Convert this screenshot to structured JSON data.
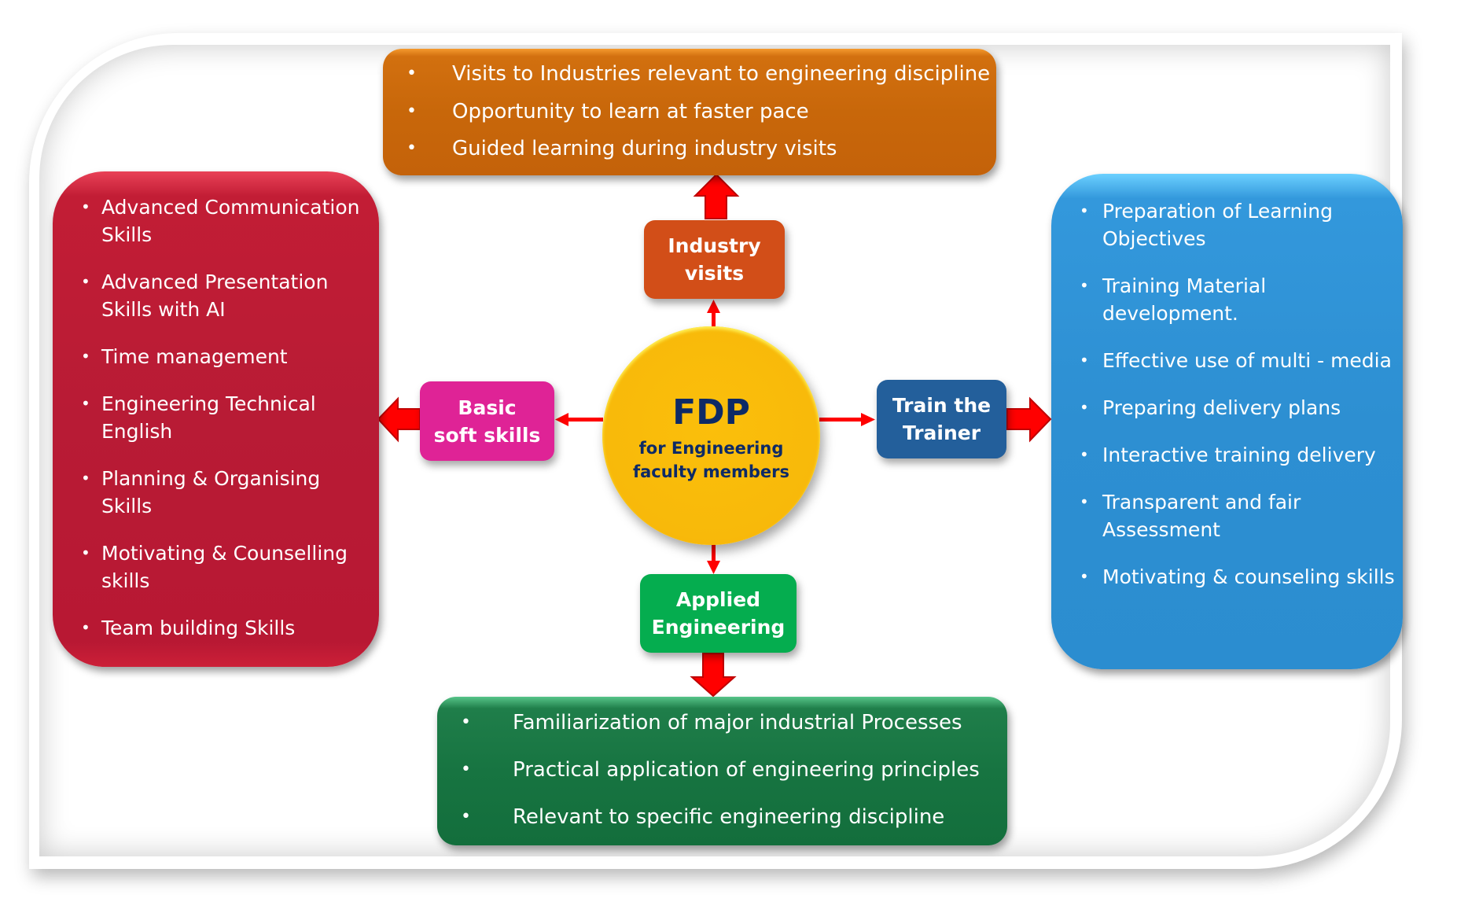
{
  "diagram": {
    "center": {
      "title": "FDP",
      "subtitle_line1": "for Engineering",
      "subtitle_line2": "faculty members",
      "fill_color": "#f8b90a",
      "text_color": "#0d2a66"
    },
    "branches": {
      "industry": {
        "label_line1": "Industry",
        "label_line2": "visits",
        "label_color": "#d24e18",
        "panel_color": "#c8670a",
        "direction": "up",
        "items": [
          "Visits to Industries relevant to engineering discipline",
          "Opportunity to learn at faster pace",
          "Guided learning during industry visits"
        ]
      },
      "soft_skills": {
        "label_line1": "Basic",
        "label_line2": "soft skills",
        "label_color": "#df2396",
        "panel_color": "#b81b35",
        "direction": "left",
        "items": [
          "Advanced Communication Skills",
          "Advanced Presentation Skills with AI",
          "Time management",
          "Engineering Technical English",
          "Planning  & Organising Skills",
          "Motivating & Counselling skills",
          "Team building Skills"
        ]
      },
      "trainer": {
        "label_line1": "Train the",
        "label_line2": "Trainer",
        "label_color": "#235f9b",
        "panel_color": "#2d8fd2",
        "direction": "right",
        "items": [
          "Preparation of  Learning Objectives",
          "Training Material development.",
          "Effective use of multi - media",
          "Preparing delivery plans",
          "Interactive training delivery",
          "Transparent and fair Assessment",
          "Motivating & counseling skills"
        ]
      },
      "applied": {
        "label_line1": "Applied",
        "label_line2": "Engineering",
        "label_color": "#05ad4f",
        "panel_color": "#177441",
        "direction": "down",
        "items": [
          "Familiarization of major industrial Processes",
          "Practical application of engineering principles",
          "Relevant to specific engineering discipline"
        ]
      }
    },
    "arrow_color": "#ff0000",
    "bullet_glyph": "•"
  }
}
